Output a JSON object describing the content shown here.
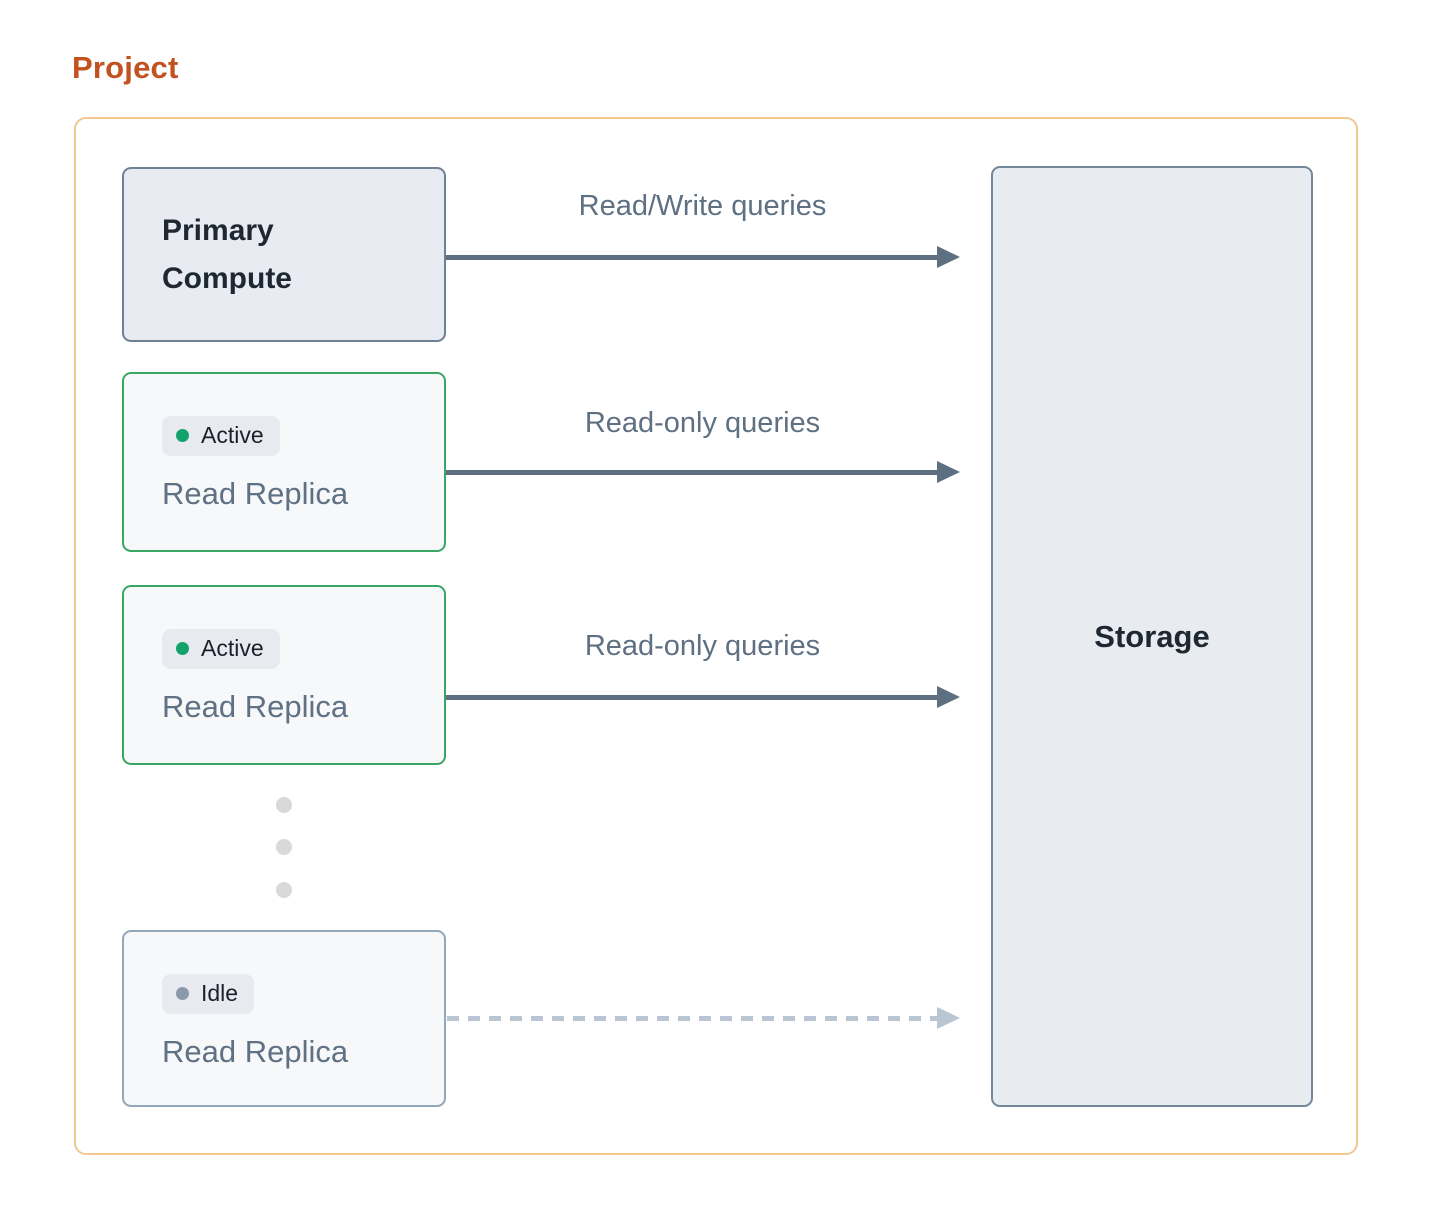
{
  "page": {
    "title": "Project"
  },
  "diagram": {
    "primary": {
      "label": "Primary Compute"
    },
    "replicas": [
      {
        "status_label": "Active",
        "label": "Read Replica"
      },
      {
        "status_label": "Active",
        "label": "Read Replica"
      },
      {
        "status_label": "Idle",
        "label": "Read Replica"
      }
    ],
    "storage": {
      "label": "Storage"
    },
    "edges": [
      {
        "from": "primary-compute",
        "to": "storage",
        "label": "Read/Write queries",
        "style": "solid"
      },
      {
        "from": "read-replica-1",
        "to": "storage",
        "label": "Read-only queries",
        "style": "solid"
      },
      {
        "from": "read-replica-2",
        "to": "storage",
        "label": "Read-only queries",
        "style": "solid"
      },
      {
        "from": "idle-read-replica",
        "to": "storage",
        "label": "",
        "style": "dashed"
      }
    ],
    "colors": {
      "title": "#c2521f",
      "frame_border": "#f2c88f",
      "node_fill": "#e8ebf1",
      "node_border": "#6f8196",
      "replica_fill": "#f6f8fa",
      "active_border": "#3aa663",
      "active_dot": "#12a36d",
      "idle_border": "#93a7bb",
      "idle_dot": "#8a9aab",
      "badge_fill": "#e8eaf0",
      "arrow": "#5d6f80",
      "dashed_arrow": "#b9c5d3",
      "text_dark": "#1e2833",
      "text_slate": "#5f7183"
    }
  }
}
